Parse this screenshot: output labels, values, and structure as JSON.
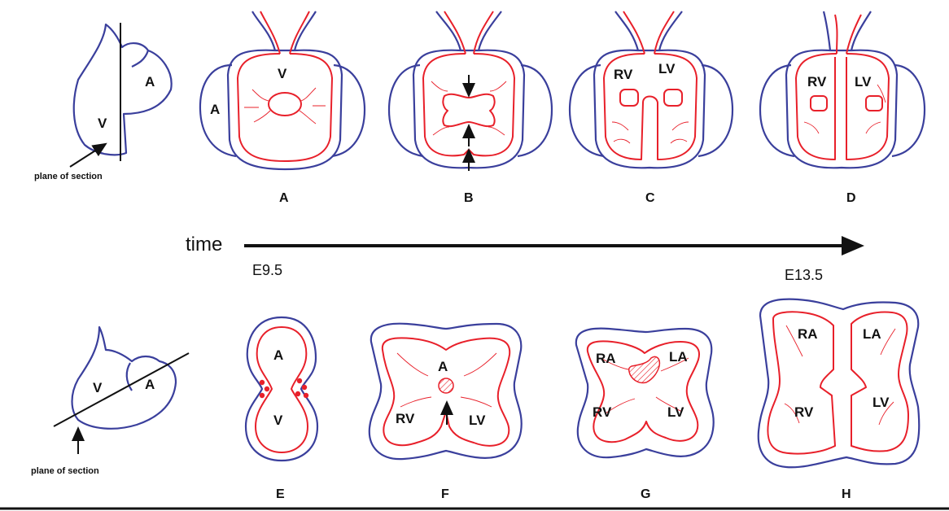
{
  "diagram": {
    "top_row": {
      "plane_label": "plane of section",
      "schematic_labels": {
        "ventricle": "V",
        "atrium": "A"
      },
      "panels": [
        {
          "id": "A",
          "labels": [
            "V",
            "A"
          ]
        },
        {
          "id": "B",
          "labels": []
        },
        {
          "id": "C",
          "labels": [
            "RV",
            "LV"
          ]
        },
        {
          "id": "D",
          "labels": [
            "RV",
            "LV"
          ]
        }
      ]
    },
    "timeline": {
      "label": "time",
      "start": "E9.5",
      "end": "E13.5"
    },
    "bottom_row": {
      "plane_label": "plane of section",
      "schematic_labels": {
        "ventricle": "V",
        "atrium": "A"
      },
      "panels": [
        {
          "id": "E",
          "labels": [
            "A",
            "V"
          ]
        },
        {
          "id": "F",
          "labels": [
            "A",
            "RV",
            "LV"
          ]
        },
        {
          "id": "G",
          "labels": [
            "RA",
            "LA",
            "RV",
            "LV"
          ]
        },
        {
          "id": "H",
          "labels": [
            "RA",
            "LA",
            "RV",
            "LV"
          ]
        }
      ]
    },
    "colors": {
      "outline": "#3a3f9c",
      "inner": "#e8202a",
      "ink": "#111111"
    }
  }
}
